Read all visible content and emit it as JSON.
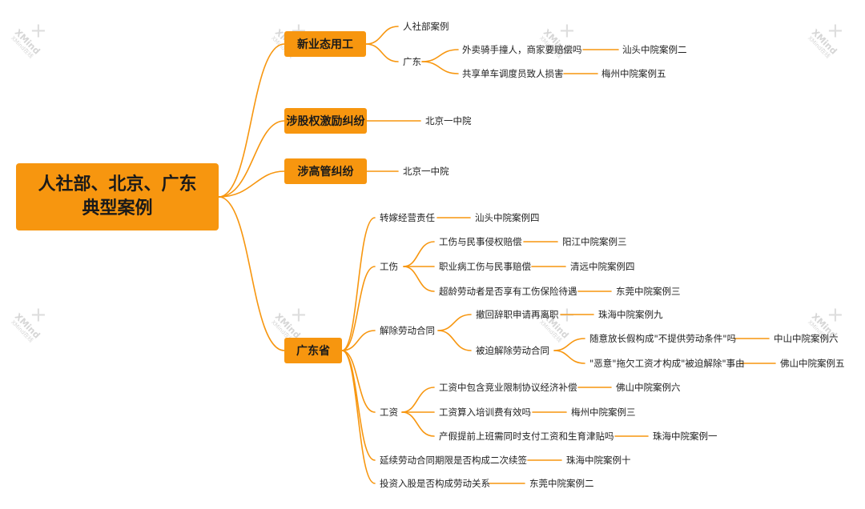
{
  "watermark": {
    "brand": "XMind",
    "sub": "XMind在线"
  },
  "root": {
    "line1": "人社部、北京、广东",
    "line2": "典型案例"
  },
  "branches": {
    "xinye": {
      "label": "新业态用工",
      "renshe": "人社部案例",
      "guangdong": "广东",
      "waimai": "外卖骑手撞人，商家要赔偿吗",
      "waimai_case": "汕头中院案例二",
      "danche": "共享单车调度员致人损害",
      "danche_case": "梅州中院案例五"
    },
    "guquan": {
      "label": "涉股权激励纠纷",
      "case": "北京一中院"
    },
    "gaoguan": {
      "label": "涉高管纠纷",
      "case": "北京一中院"
    },
    "guangdongsheng": {
      "label": "广东省",
      "zhuanjia": {
        "label": "转嫁经营责任",
        "case": "汕头中院案例四"
      },
      "gongshang": {
        "label": "工伤",
        "items": [
          {
            "label": "工伤与民事侵权赔偿",
            "case": "阳江中院案例三"
          },
          {
            "label": "职业病工伤与民事赔偿",
            "case": "清远中院案例四"
          },
          {
            "label": "超龄劳动者是否享有工伤保险待遇",
            "case": "东莞中院案例三"
          }
        ]
      },
      "jiechu": {
        "label": "解除劳动合同",
        "chehui": {
          "label": "撤回辞职申请再离职",
          "case": "珠海中院案例九"
        },
        "beipo": {
          "label": "被迫解除劳动合同",
          "items": [
            {
              "label": "随意放长假构成\"不提供劳动条件\"吗",
              "case": "中山中院案例六"
            },
            {
              "label": "\"恶意\"拖欠工资才构成\"被迫解除\"事由",
              "case": "佛山中院案例五"
            }
          ]
        }
      },
      "gongzi": {
        "label": "工资",
        "items": [
          {
            "label": "工资中包含竞业限制协议经济补偿",
            "case": "佛山中院案例六"
          },
          {
            "label": "工资算入培训费有效吗",
            "case": "梅州中院案例三"
          },
          {
            "label": "产假提前上班需同时支付工资和生育津贴吗",
            "case": "珠海中院案例一"
          }
        ]
      },
      "yanxu": {
        "label": "延续劳动合同期限是否构成二次续签",
        "case": "珠海中院案例十"
      },
      "touzi": {
        "label": "投资入股是否构成劳动关系",
        "case": "东莞中院案例二"
      }
    }
  },
  "colors": {
    "accent": "#f7960f",
    "line": "#f7960f",
    "text": "#222222"
  }
}
